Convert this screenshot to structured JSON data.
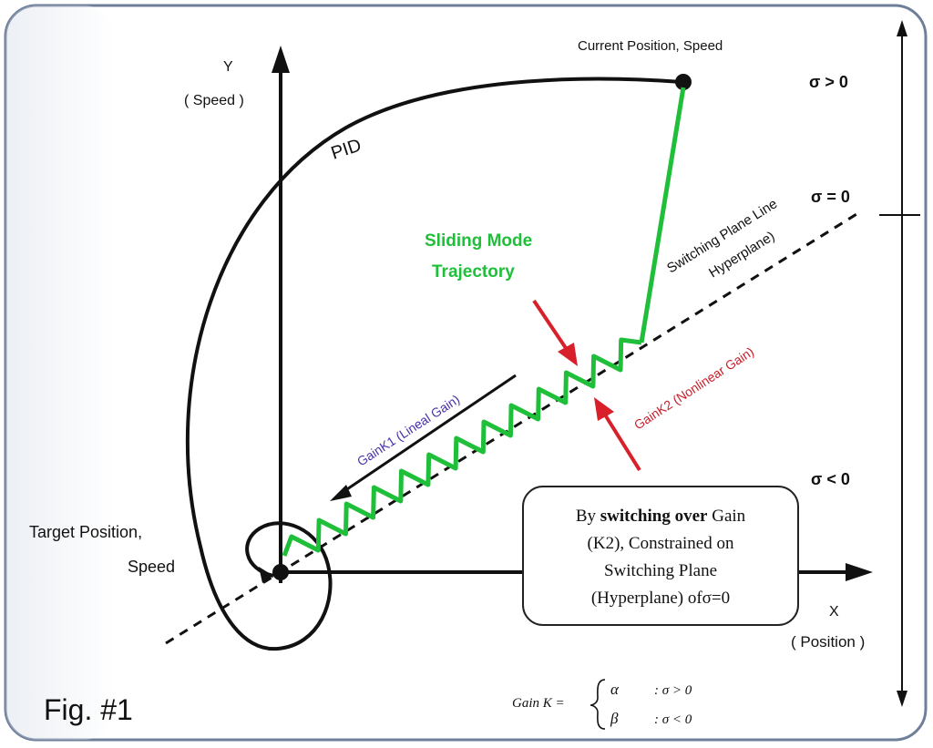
{
  "figure": {
    "fig_label": "Fig. #1",
    "axes": {
      "y_label": "Y",
      "y_sub": "( Speed )",
      "x_label": "X",
      "x_sub": "( Position )"
    },
    "points": {
      "current": "Current Position, Speed",
      "target_line1": "Target Position,",
      "target_line2": "Speed"
    },
    "curves": {
      "pid": "PID",
      "sliding_line1": "Sliding Mode",
      "sliding_line2": "Trajectory",
      "switching_line1": "Switching Plane Line",
      "switching_line2": "Hyperplane)"
    },
    "gains": {
      "k1": "GainK1 (Lineal Gain)",
      "k2": "GainK2 (Nonlinear Gain)"
    },
    "sigma": {
      "pos": "σ > 0",
      "zero": "σ = 0",
      "neg": "σ < 0"
    },
    "callout": {
      "line1_pre": "By ",
      "line1_bold": "switching over",
      "line1_post": " Gain",
      "line2": "(K2), Constrained on",
      "line3": "Switching Plane",
      "line4": "(Hyperplane) ofσ=0"
    },
    "formula": {
      "lhs": "Gain K =",
      "case1_sym": "α",
      "case1_cond": ": σ > 0",
      "case2_sym": "β",
      "case2_cond": ": σ < 0"
    },
    "colors": {
      "frame": "#6f7f9a",
      "sliding": "#1fbf3a",
      "red_arrow": "#d8202a",
      "k1_text": "#4a2fa8",
      "k2_text": "#c81e2a",
      "ink": "#111111"
    }
  }
}
